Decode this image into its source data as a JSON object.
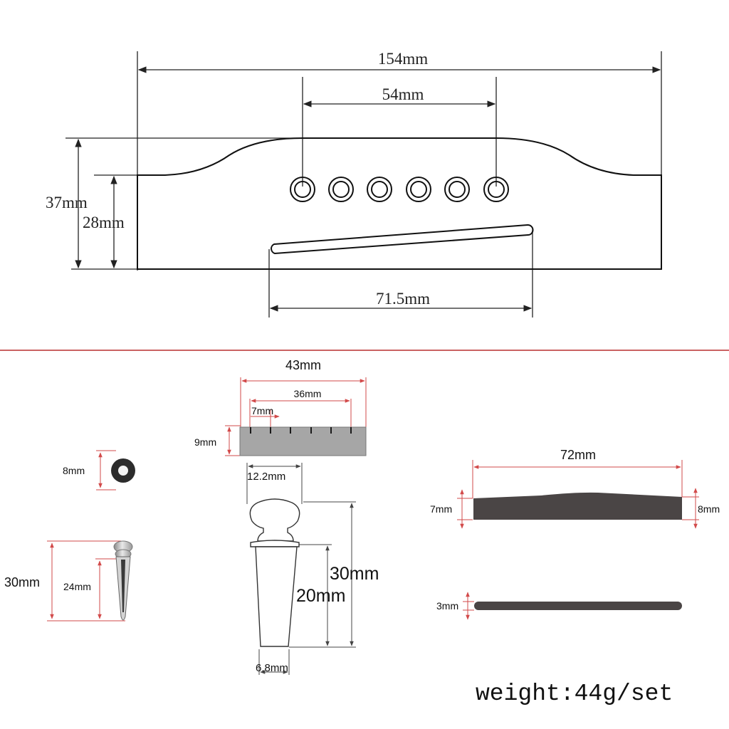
{
  "bridge_top": {
    "overall_length": "154mm",
    "pin_span": "54mm",
    "height_total": "37mm",
    "height_wings": "28mm",
    "saddle_slot_length": "71.5mm"
  },
  "nut": {
    "length": "43mm",
    "string_span": "36mm",
    "string_spacing": "7mm",
    "height": "9mm"
  },
  "bridge_pin_large": {
    "head_diameter": "12.2mm",
    "total_length": "30mm",
    "shaft_length": "20mm",
    "tip_diameter": "6.8mm"
  },
  "end_pin": {
    "diameter": "8mm"
  },
  "bridge_pin_small": {
    "total_length": "30mm",
    "shaft_length": "24mm"
  },
  "saddle": {
    "length": "72mm",
    "height_left": "7mm",
    "height_right": "8mm",
    "thickness": "3mm"
  },
  "weight_text": "weight:44g/set",
  "colors": {
    "divider": "#b92f2f",
    "dimension_red": "#d24a4a",
    "part_dark": "#4a4545",
    "nut_body": "#a6a6a6"
  }
}
